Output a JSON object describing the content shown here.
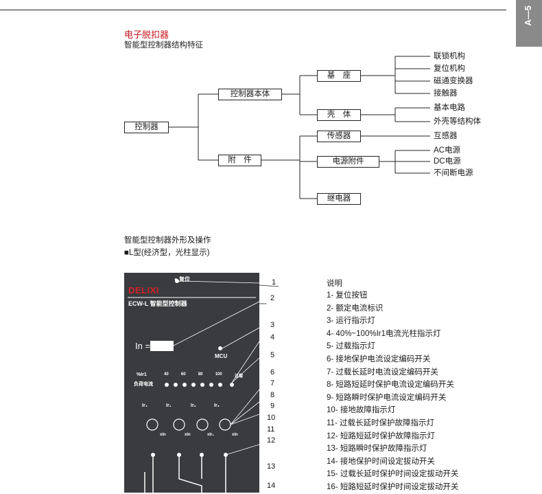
{
  "side_tab": {
    "label": "A—5"
  },
  "header": {
    "title": "电子脱扣器",
    "subtitle": "智能型控制器结构特征"
  },
  "tree": {
    "root": "控制器",
    "level1": [
      "控制器本体",
      "附　件"
    ],
    "level2": [
      "基　座",
      "壳　体",
      "传感器",
      "电源附件",
      "继电器"
    ],
    "leaves_base": [
      "联锁机构",
      "复位机构",
      "磁通变换器",
      "接触器"
    ],
    "leaves_shell": [
      "基本电路",
      "外壳等结构体"
    ],
    "leaves_sensor": [
      "互感器"
    ],
    "leaves_power": [
      "AC电源",
      "DC电源",
      "不间断电源"
    ]
  },
  "section2": {
    "title": "智能型控制器外形及操作",
    "subtitle": "■L型(经济型，光柱显示)"
  },
  "panel": {
    "reset_label": "● 复位",
    "brand": "DELIXI",
    "model": "ECW-L  智能型控制器",
    "in_label": "In =",
    "mcu_label": "MCU",
    "pct_label": "%Ir1",
    "load_label": "负荷电流",
    "bar_ticks": [
      "40",
      "60",
      "80",
      "100",
      "过载"
    ],
    "knob_labels": [
      "Ir₄",
      "Ir₁",
      "Ir₂",
      "Ir₃"
    ],
    "knob_units": [
      "xIn",
      "xIn",
      "xIr₁",
      "xIn"
    ],
    "callouts": [
      "1",
      "2",
      "3",
      "4",
      "5",
      "6",
      "7",
      "8",
      "9",
      "10",
      "11",
      "12",
      "13",
      "14"
    ]
  },
  "legend": {
    "title": "说明",
    "items": [
      "1- 复位按钮",
      "2- 额定电流标识",
      "3- 运行指示灯",
      "4- 40%~100%Ir1电流光柱指示灯",
      "5- 过载指示灯",
      "6- 接地保护电流设定编码开关",
      "7- 过载长延时电流设定编码开关",
      "8- 短路短延时保护电流设定编码开关",
      "9- 短路瞬时保护电流设定编码开关",
      "10- 接地故障指示灯",
      "11- 过载长延时保护故障指示灯",
      "12- 短路短延时保护故障指示灯",
      "13- 短路瞬时保护故障指示灯",
      "14- 接地保护时间设定拔动开关",
      "15- 过载长延时保护时间设定拔动开关",
      "16- 短路短延时保护时间设定拔动开关"
    ]
  }
}
